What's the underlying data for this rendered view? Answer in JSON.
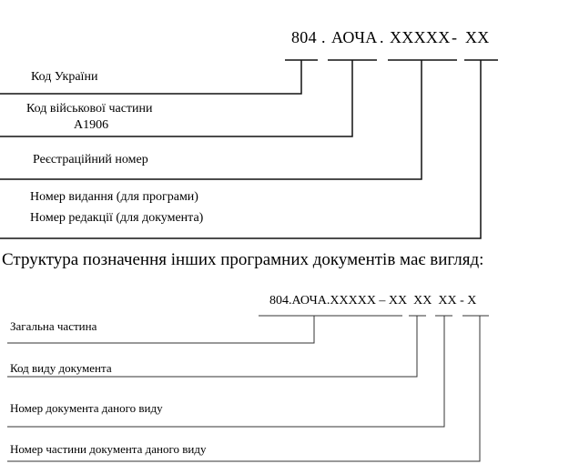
{
  "diagram1": {
    "code_parts": [
      "804",
      ".",
      "АОЧА",
      ".",
      "XXXXX",
      "-",
      "XX"
    ],
    "labels": {
      "country_code": "Код України",
      "unit_code_line1": "Код військової частини",
      "unit_code_line2": "А1906",
      "registration_number": "Реєстраційний номер",
      "edition_number": "Номер видання (для програми)",
      "revision_number": "Номер редакції (для документа)"
    }
  },
  "heading": "Структура позначення інших програмних документів має вигляд:",
  "diagram2": {
    "code": "804.АОЧА.XXXXX – XX  XX  XX - X",
    "labels": {
      "general_part": "Загальна частина",
      "doc_type_code": "Код виду документа",
      "doc_number": "Номер документа даного виду",
      "part_number": "Номер частини документа даного виду"
    }
  }
}
